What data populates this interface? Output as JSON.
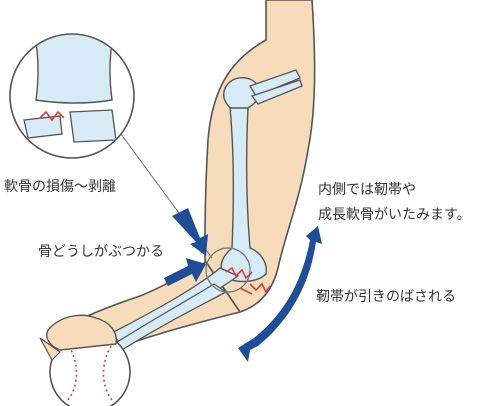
{
  "labels": {
    "cartilage_damage": "軟骨の損傷～剥離",
    "bones_collide": "骨どうしがぶつかる",
    "medial_line1": "内側では靭帯や",
    "medial_line2": "成長軟骨がいたみます。",
    "ligament_pulled": "靭帯が引きのばされる"
  },
  "colors": {
    "skin": "#f7dcbc",
    "bone": "#d6ebf6",
    "outline": "#555555",
    "arrow": "#1f4e96",
    "injury": "#e23a3a"
  }
}
